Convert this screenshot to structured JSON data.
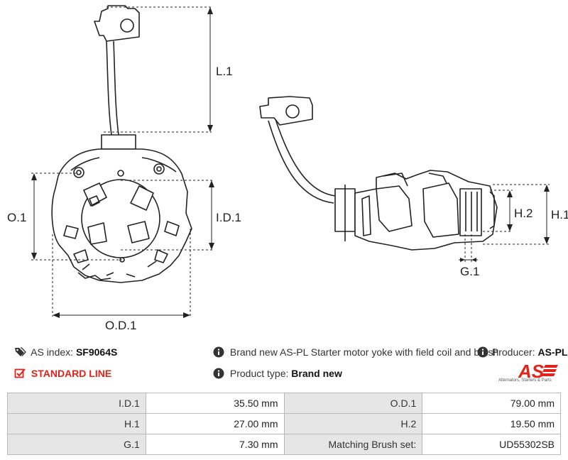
{
  "dimension_labels": {
    "l1": "L.1",
    "o1": "O.1",
    "id1": "I.D.1",
    "od1": "O.D.1",
    "h1": "H.1",
    "h2": "H.2",
    "g1": "G.1"
  },
  "info": {
    "as_index_label": "AS index:",
    "as_index_value": "SF9064S",
    "description": "Brand new AS-PL Starter motor yoke with field coil and brush",
    "producer_label": "Producer:",
    "producer_value": "AS-PL",
    "standard_line": "STANDARD LINE",
    "product_type_label": "Product type:",
    "product_type_value": "Brand new"
  },
  "logo": {
    "text": "AS",
    "caption": "Alternators, Starters & Parts",
    "color": "#e2231a"
  },
  "icons": {
    "tags": "tags-icon",
    "info": "info-circle-icon",
    "check": "check-square-icon"
  },
  "specs": [
    {
      "label_a": "I.D.1",
      "value_a": "35.50 mm",
      "label_b": "O.D.1",
      "value_b": "79.00 mm"
    },
    {
      "label_a": "H.1",
      "value_a": "27.00 mm",
      "label_b": "H.2",
      "value_b": "19.50 mm"
    },
    {
      "label_a": "G.1",
      "value_a": "7.30 mm",
      "label_b": "Matching Brush set:",
      "value_b": "UD55302SB"
    }
  ]
}
